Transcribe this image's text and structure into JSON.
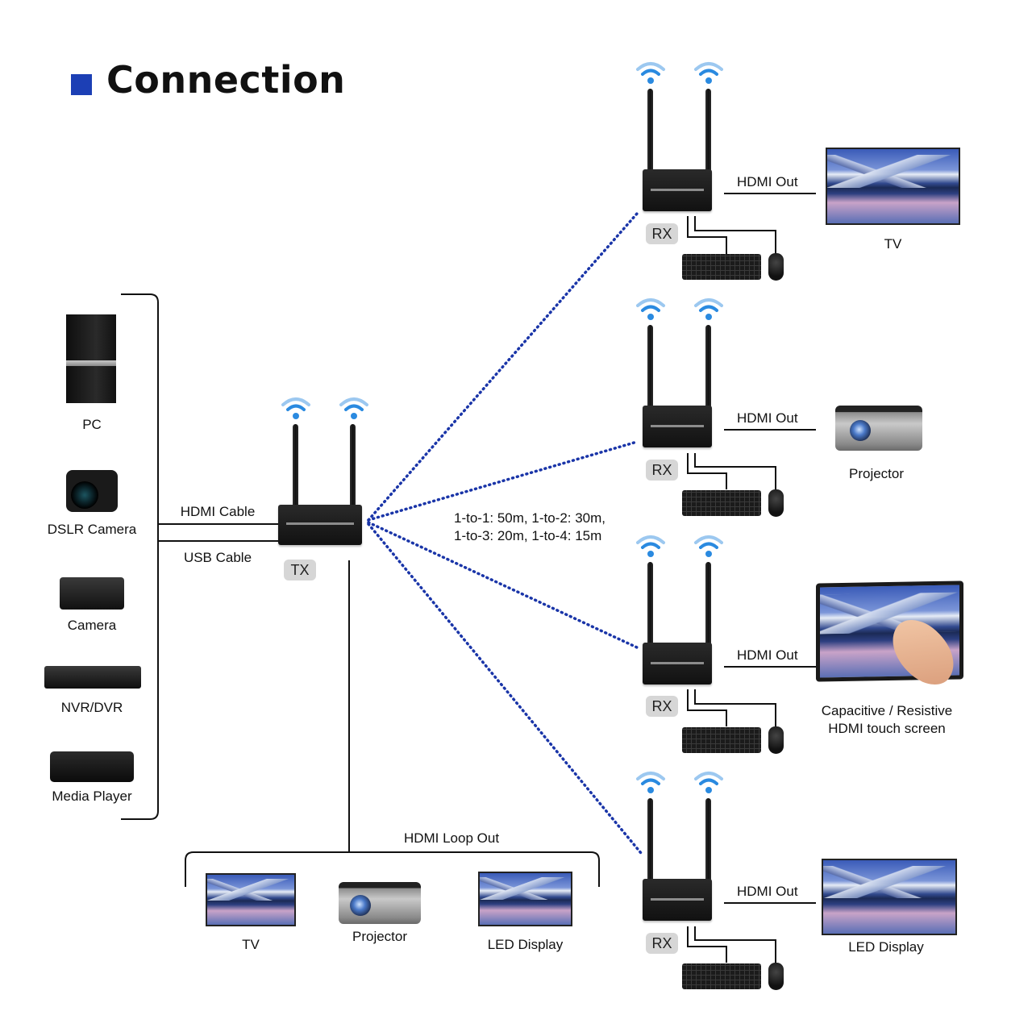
{
  "title": "Connection",
  "colors": {
    "accent": "#1c3fb5",
    "wireless_link": "#1a35a8",
    "wifi": "#2a8ae0"
  },
  "sources": {
    "items": [
      {
        "label": "PC",
        "icon": "pc-tower-icon"
      },
      {
        "label": "DSLR Camera",
        "icon": "dslr-camera-icon"
      },
      {
        "label": "Camera",
        "icon": "camcorder-icon"
      },
      {
        "label": "NVR/DVR",
        "icon": "nvr-dvr-icon"
      },
      {
        "label": "Media Player",
        "icon": "media-player-icon"
      }
    ]
  },
  "cables": {
    "hdmi": "HDMI Cable",
    "usb": "USB Cable"
  },
  "transmitter": {
    "badge": "TX"
  },
  "range_note": {
    "line1": "1-to-1: 50m, 1-to-2: 30m,",
    "line2": "1-to-3: 20m, 1-to-4: 15m"
  },
  "loop_out": {
    "label": "HDMI Loop Out",
    "devices": [
      {
        "label": "TV"
      },
      {
        "label": "Projector"
      },
      {
        "label": "LED Display"
      }
    ]
  },
  "receivers": [
    {
      "badge": "RX",
      "out_label": "HDMI Out",
      "display_label": "TV",
      "display_type": "tv"
    },
    {
      "badge": "RX",
      "out_label": "HDMI Out",
      "display_label": "Projector",
      "display_type": "projector"
    },
    {
      "badge": "RX",
      "out_label": "HDMI Out",
      "display_label": "Capacitive / Resistive",
      "display_label_2": "HDMI touch screen",
      "display_type": "touchscreen"
    },
    {
      "badge": "RX",
      "out_label": "HDMI Out",
      "display_label": "LED Display",
      "display_type": "led"
    }
  ]
}
